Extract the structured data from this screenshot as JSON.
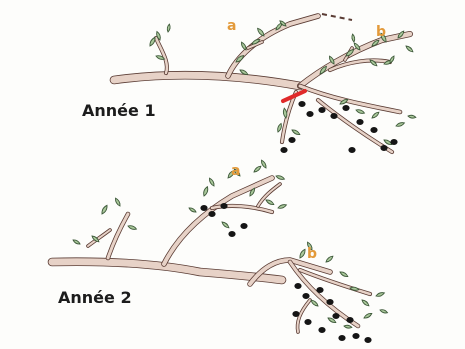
{
  "illustration": {
    "year1_label": "Année 1",
    "year2_label": "Année 2",
    "marker_a": "a",
    "marker_b": "b"
  },
  "colors": {
    "branch_fill": "#e7d2c7",
    "branch_stroke": "#5a3c34",
    "leaf_fill": "#a9c79a",
    "leaf_stroke": "#3e5a3a",
    "olive": "#151515",
    "cut_mark": "#e02a2a",
    "marker_text": "#e39a3a",
    "label_text": "#1c1c1c"
  },
  "icons": {
    "leaf": "leaf-icon",
    "olive": "olive-icon",
    "cut": "cut-mark-icon"
  }
}
